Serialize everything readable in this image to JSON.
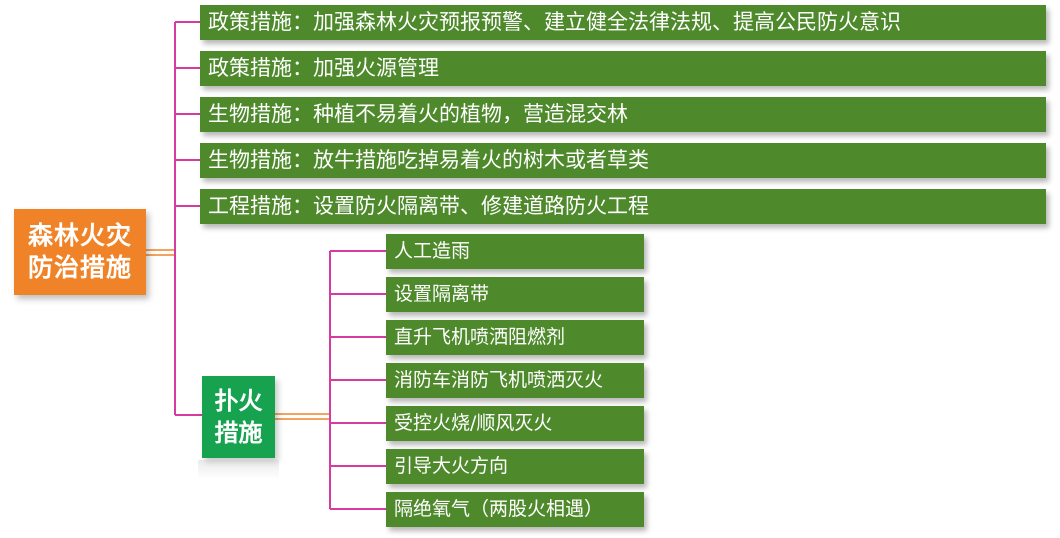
{
  "root": {
    "line1": "森林火灾",
    "line2": "防治措施"
  },
  "measures": [
    "政策措施：加强森林火灾预报预警、建立健全法律法规、提高公民防火意识",
    "政策措施：加强火源管理",
    "生物措施：种植不易着火的植物，营造混交林",
    "生物措施：放牛措施吃掉易着火的树木或者草类",
    "工程措施：设置防火隔离带、修建道路防火工程"
  ],
  "fire_fighting": {
    "line1": "扑火",
    "line2": "措施",
    "items": [
      "人工造雨",
      "设置隔离带",
      "直升飞机喷洒阻燃剂",
      "消防车消防飞机喷洒灭火",
      "受控火烧/顺风灭火",
      "引导大火方向",
      "隔绝氧气（两股火相遇）"
    ]
  },
  "colors": {
    "root_box": "#f08328",
    "fire_box": "#16a24f",
    "node_fill": "#4e8a2c",
    "connector_pink": "#d63ba0",
    "connector_orange": "#f08328"
  }
}
